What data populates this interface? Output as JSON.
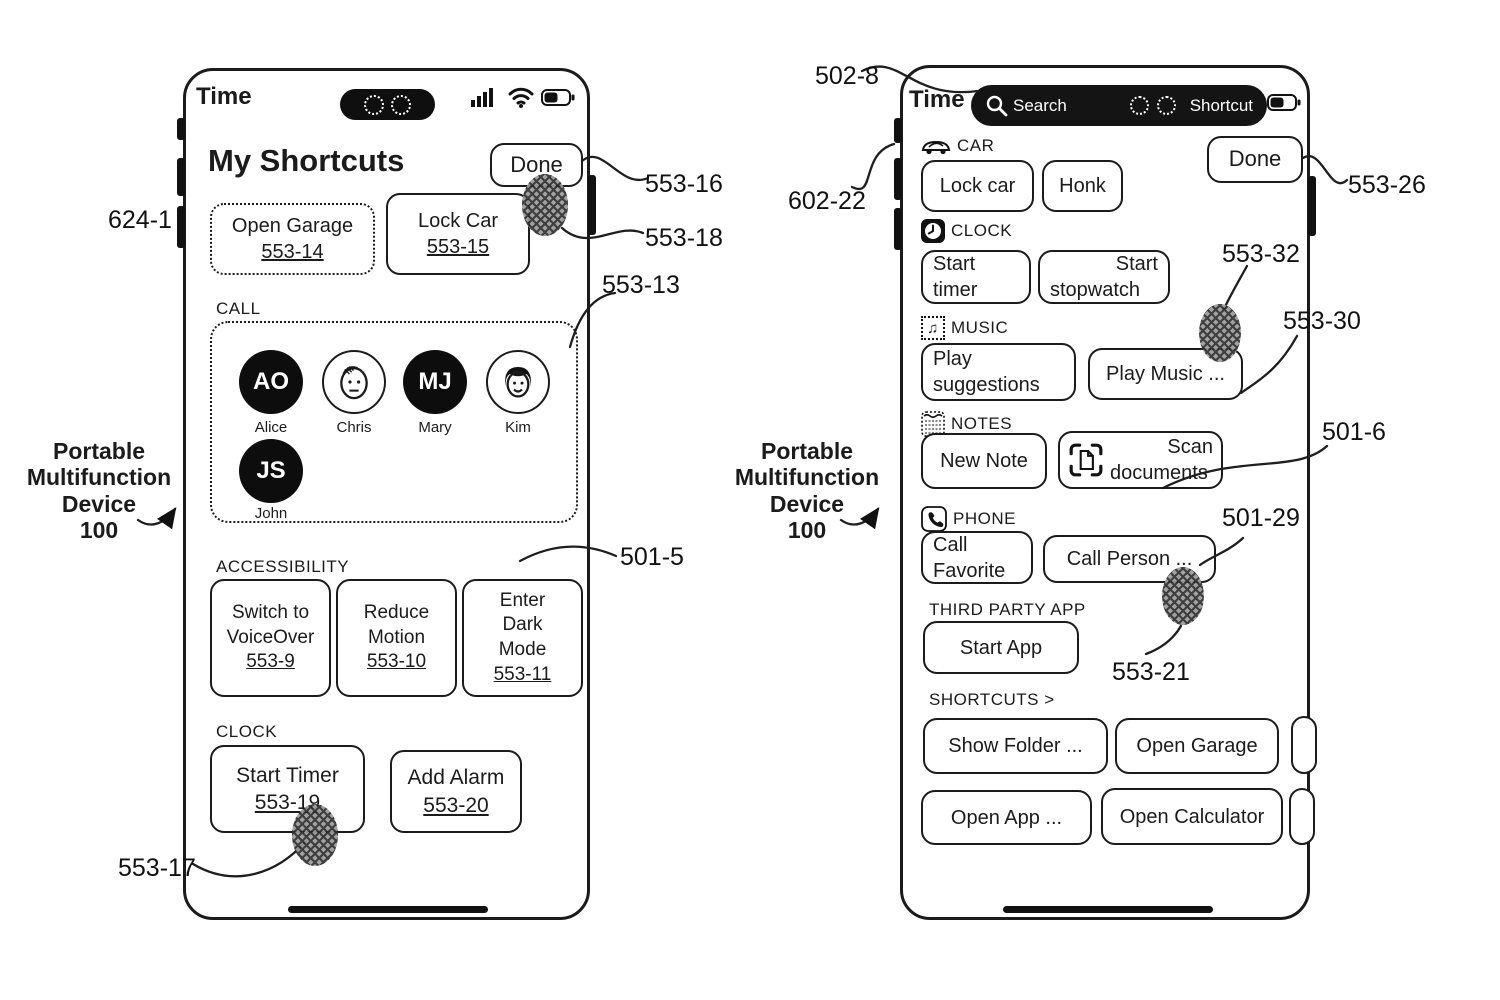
{
  "left": {
    "time": "Time",
    "title": "My Shortcuts",
    "done": "Done",
    "open_garage": {
      "label": "Open Garage",
      "ref": "553-14"
    },
    "lock_car": {
      "label": "Lock Car",
      "ref": "553-15"
    },
    "call_title": "CALL",
    "contacts": [
      {
        "initials": "AO",
        "name": "Alice"
      },
      {
        "initials": "",
        "name": "Chris"
      },
      {
        "initials": "MJ",
        "name": "Mary"
      },
      {
        "initials": "",
        "name": "Kim"
      },
      {
        "initials": "JS",
        "name": "John"
      }
    ],
    "acc_title": "ACCESSIBILITY",
    "acc_buttons": [
      {
        "label": "Switch to VoiceOver",
        "ref": "553-9"
      },
      {
        "label": "Reduce Motion",
        "ref": "553-10"
      },
      {
        "label": "Enter Dark Mode",
        "ref": "553-11"
      }
    ],
    "clock_title": "CLOCK",
    "clock_buttons": [
      {
        "label": "Start Timer",
        "ref": "553-19"
      },
      {
        "label": "Add Alarm",
        "ref": "553-20"
      }
    ]
  },
  "right": {
    "time": "Time",
    "search": "Search",
    "shortcut": "Shortcut",
    "done": "Done",
    "car_title": "CAR",
    "car_b1": "Lock car",
    "car_b2": "Honk",
    "clock_title": "CLOCK",
    "clock_b1_l1": "Start",
    "clock_b1_l2": "timer",
    "clock_b2_l1": "Start",
    "clock_b2_l2": "stopwatch",
    "music_title": "MUSIC",
    "music_b1_l1": "Play",
    "music_b1_l2": "suggestions",
    "music_b2": "Play Music ...",
    "notes_title": "NOTES",
    "notes_b1": "New Note",
    "notes_b2_l1": "Scan",
    "notes_b2_l2": "documents",
    "phone_title": "PHONE",
    "phone_b1_l1": "Call",
    "phone_b1_l2": "Favorite",
    "phone_b2": "Call Person ...",
    "tpa_title": "THIRD PARTY APP",
    "tpa_b1": "Start App",
    "sc_title": "SHORTCUTS >",
    "sc_b1": "Show Folder ...",
    "sc_b2": "Open Garage",
    "sc_b3": "Open App ...",
    "sc_b4": "Open Calculator"
  },
  "annotations": {
    "a624_1": "624-1",
    "a553_16": "553-16",
    "a553_18": "553-18",
    "a553_13": "553-13",
    "a501_5": "501-5",
    "a553_17": "553-17",
    "a502_8": "502-8",
    "a602_22": "602-22",
    "a553_26": "553-26",
    "a553_32": "553-32",
    "a553_30": "553-30",
    "a501_6": "501-6",
    "a501_29": "501-29",
    "a553_21": "553-21"
  },
  "captions": {
    "left_lines": [
      "Portable",
      "Multifunction",
      "Device",
      "100"
    ],
    "right_lines": [
      "Portable",
      "Multifunction",
      "Device",
      "100"
    ]
  },
  "colors": {
    "ink": "#1b1b1b"
  }
}
